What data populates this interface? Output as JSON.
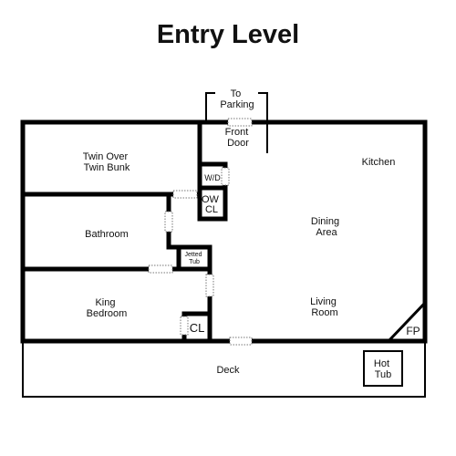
{
  "title": "Entry Level",
  "labels": {
    "to_parking": [
      "To",
      "Parking"
    ],
    "front_door": [
      "Front",
      "Door"
    ],
    "kitchen": [
      "Kitchen"
    ],
    "twin_over_twin_bunk": [
      "Twin Over",
      "Twin Bunk"
    ],
    "washer_dryer": [
      "W/D"
    ],
    "ow_closet": [
      "OW",
      "CL"
    ],
    "dining_area": [
      "Dining",
      "Area"
    ],
    "bathroom": [
      "Bathroom"
    ],
    "jetted_tub": [
      "Jetted",
      "Tub"
    ],
    "king_bedroom": [
      "King",
      "Bedroom"
    ],
    "living_room": [
      "Living",
      "Room"
    ],
    "closet": [
      "CL"
    ],
    "fireplace": [
      "FP"
    ],
    "deck": [
      "Deck"
    ],
    "hot_tub": [
      "Hot",
      "Tub"
    ]
  },
  "colors": {
    "wall": "#000000",
    "background": "#ffffff",
    "text": "#111111"
  }
}
